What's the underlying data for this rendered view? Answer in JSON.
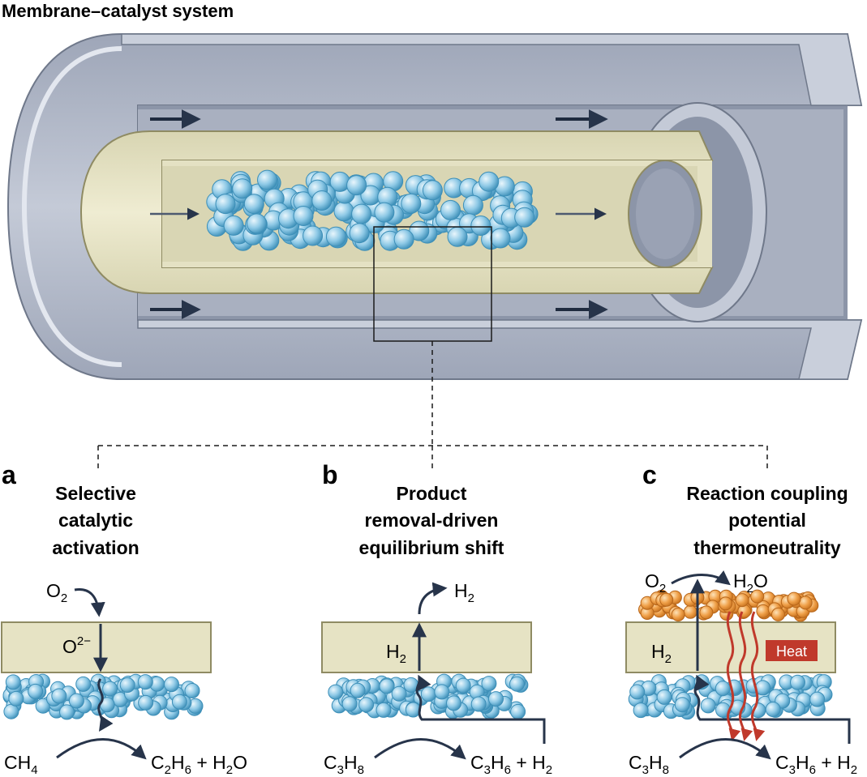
{
  "figure": {
    "title": "Membrane–catalyst system",
    "colors": {
      "tube": "#b9c0cf",
      "tube_dark": "#8f98ab",
      "membrane": "#e6e3c4",
      "membrane_shade": "#c9c6a2",
      "catalyst": "#8ec9e6",
      "catalyst_edge": "#3d8fb8",
      "orange_catalyst": "#f0a14a",
      "arrow": "#27344a",
      "heat": "#c0392b"
    },
    "panels": [
      {
        "letter": "a",
        "title_lines": [
          "Selective",
          "catalytic",
          "activation"
        ],
        "top_species": {
          "base": "O",
          "sub": "2"
        },
        "ion": {
          "base": "O",
          "sup": "2−"
        },
        "reactant": {
          "base": "CH",
          "sub": "4"
        },
        "products": [
          {
            "base": "C",
            "sub": "2",
            "base2": "H",
            "sub2": "6"
          },
          {
            "sep": " + "
          },
          {
            "base": "H",
            "sub": "2",
            "base2": "O"
          }
        ]
      },
      {
        "letter": "b",
        "title_lines": [
          "Product",
          "removal-driven",
          "equilibrium shift"
        ],
        "top_species": {
          "base": "H",
          "sub": "2"
        },
        "membrane_species": {
          "base": "H",
          "sub": "2"
        },
        "reactant": {
          "base": "C",
          "sub": "3",
          "base2": "H",
          "sub2": "8"
        },
        "products": [
          {
            "base": "C",
            "sub": "3",
            "base2": "H",
            "sub2": "6"
          },
          {
            "sep": " + "
          },
          {
            "base": "H",
            "sub": "2"
          }
        ]
      },
      {
        "letter": "c",
        "title_lines": [
          "Reaction coupling",
          "potential",
          "thermoneutrality"
        ],
        "top_left": {
          "base": "O",
          "sub": "2"
        },
        "top_right": {
          "base": "H",
          "sub": "2",
          "base2": "O"
        },
        "membrane_species": {
          "base": "H",
          "sub": "2"
        },
        "heat_label": "Heat",
        "reactant": {
          "base": "C",
          "sub": "3",
          "base2": "H",
          "sub2": "8"
        },
        "products": [
          {
            "base": "C",
            "sub": "3",
            "base2": "H",
            "sub2": "6"
          },
          {
            "sep": " + "
          },
          {
            "base": "H",
            "sub": "2"
          }
        ]
      }
    ]
  }
}
